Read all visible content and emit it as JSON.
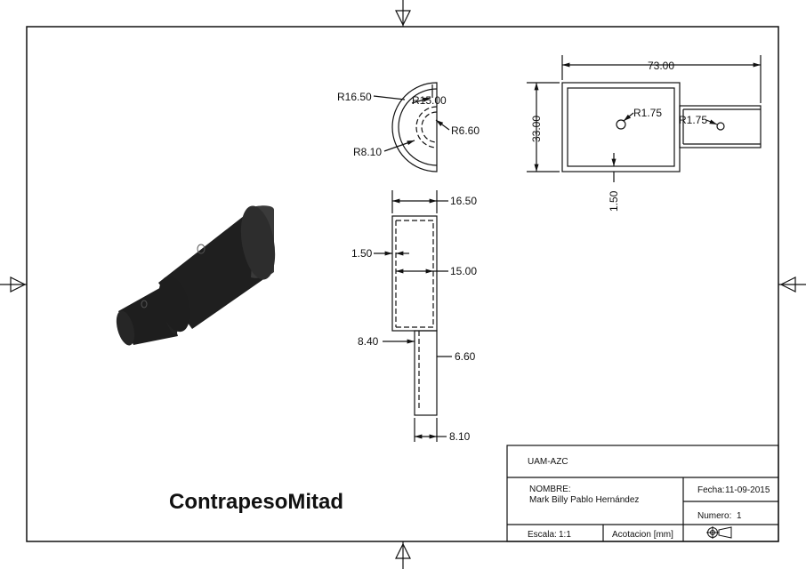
{
  "drawing": {
    "title": "ContrapesoMitad",
    "dimensions": {
      "top_r1": "R16.50",
      "top_r2": "R15.00",
      "top_r3": "R6.60",
      "top_r4": "R8.10",
      "front_w1": "16.50",
      "front_wall": "1.50",
      "front_w2": "15.00",
      "front_w3": "8.40",
      "front_w4": "6.60",
      "front_w5": "8.10",
      "side_len": "73.00",
      "side_h": "33.00",
      "side_r1": "R1.75",
      "side_r2": "R1.75",
      "side_wall": "1.50"
    }
  },
  "title_block": {
    "institution": "UAM-AZC",
    "name_label": "NOMBRE:",
    "name_value": "Mark Billy Pablo Hernández",
    "date_label": "Fecha:",
    "date_value": "11-09-2015",
    "number_label": "Numero:",
    "number_value": "1",
    "scale_label": "Escala:",
    "scale_value": "1:1",
    "units": "Acotacion [mm]",
    "projection_icon": "first-angle-projection-icon"
  },
  "colors": {
    "line": "#111111",
    "solid_dark": "#1e1e1e",
    "solid_mid": "#2a2a2a",
    "solid_light": "#3a3a3a"
  }
}
